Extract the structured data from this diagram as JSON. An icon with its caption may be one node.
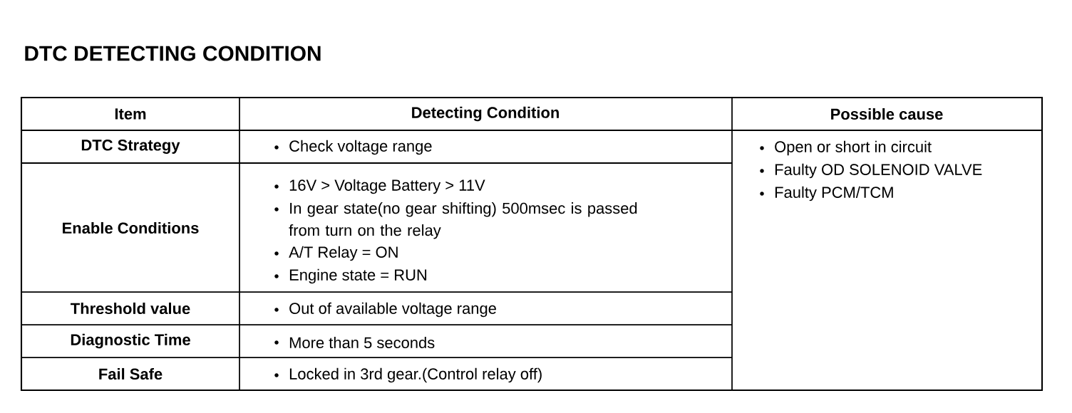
{
  "diagram": {
    "title": "DTC DETECTING CONDITION",
    "labels": [
      "Item",
      "Detecting Condition",
      "Possible cause",
      "DTC Strategy",
      "Check voltage range",
      "Open or short in circuit",
      "Faulty OD SOLENOID VALVE",
      "Faulty PCM/TCM",
      "Enable Conditions",
      "16V > Voltage Battery > 11V",
      "In gear state(no gear shifting) 500msec is passed from turn on the relay",
      "A/T Relay = ON",
      "Engine state = RUN",
      "Threshold value",
      "Out of available voltage range",
      "Diagnostic Time",
      "More than 5 seconds",
      "Fail Safe",
      "Locked in 3rd gear.(Control relay off)"
    ]
  }
}
